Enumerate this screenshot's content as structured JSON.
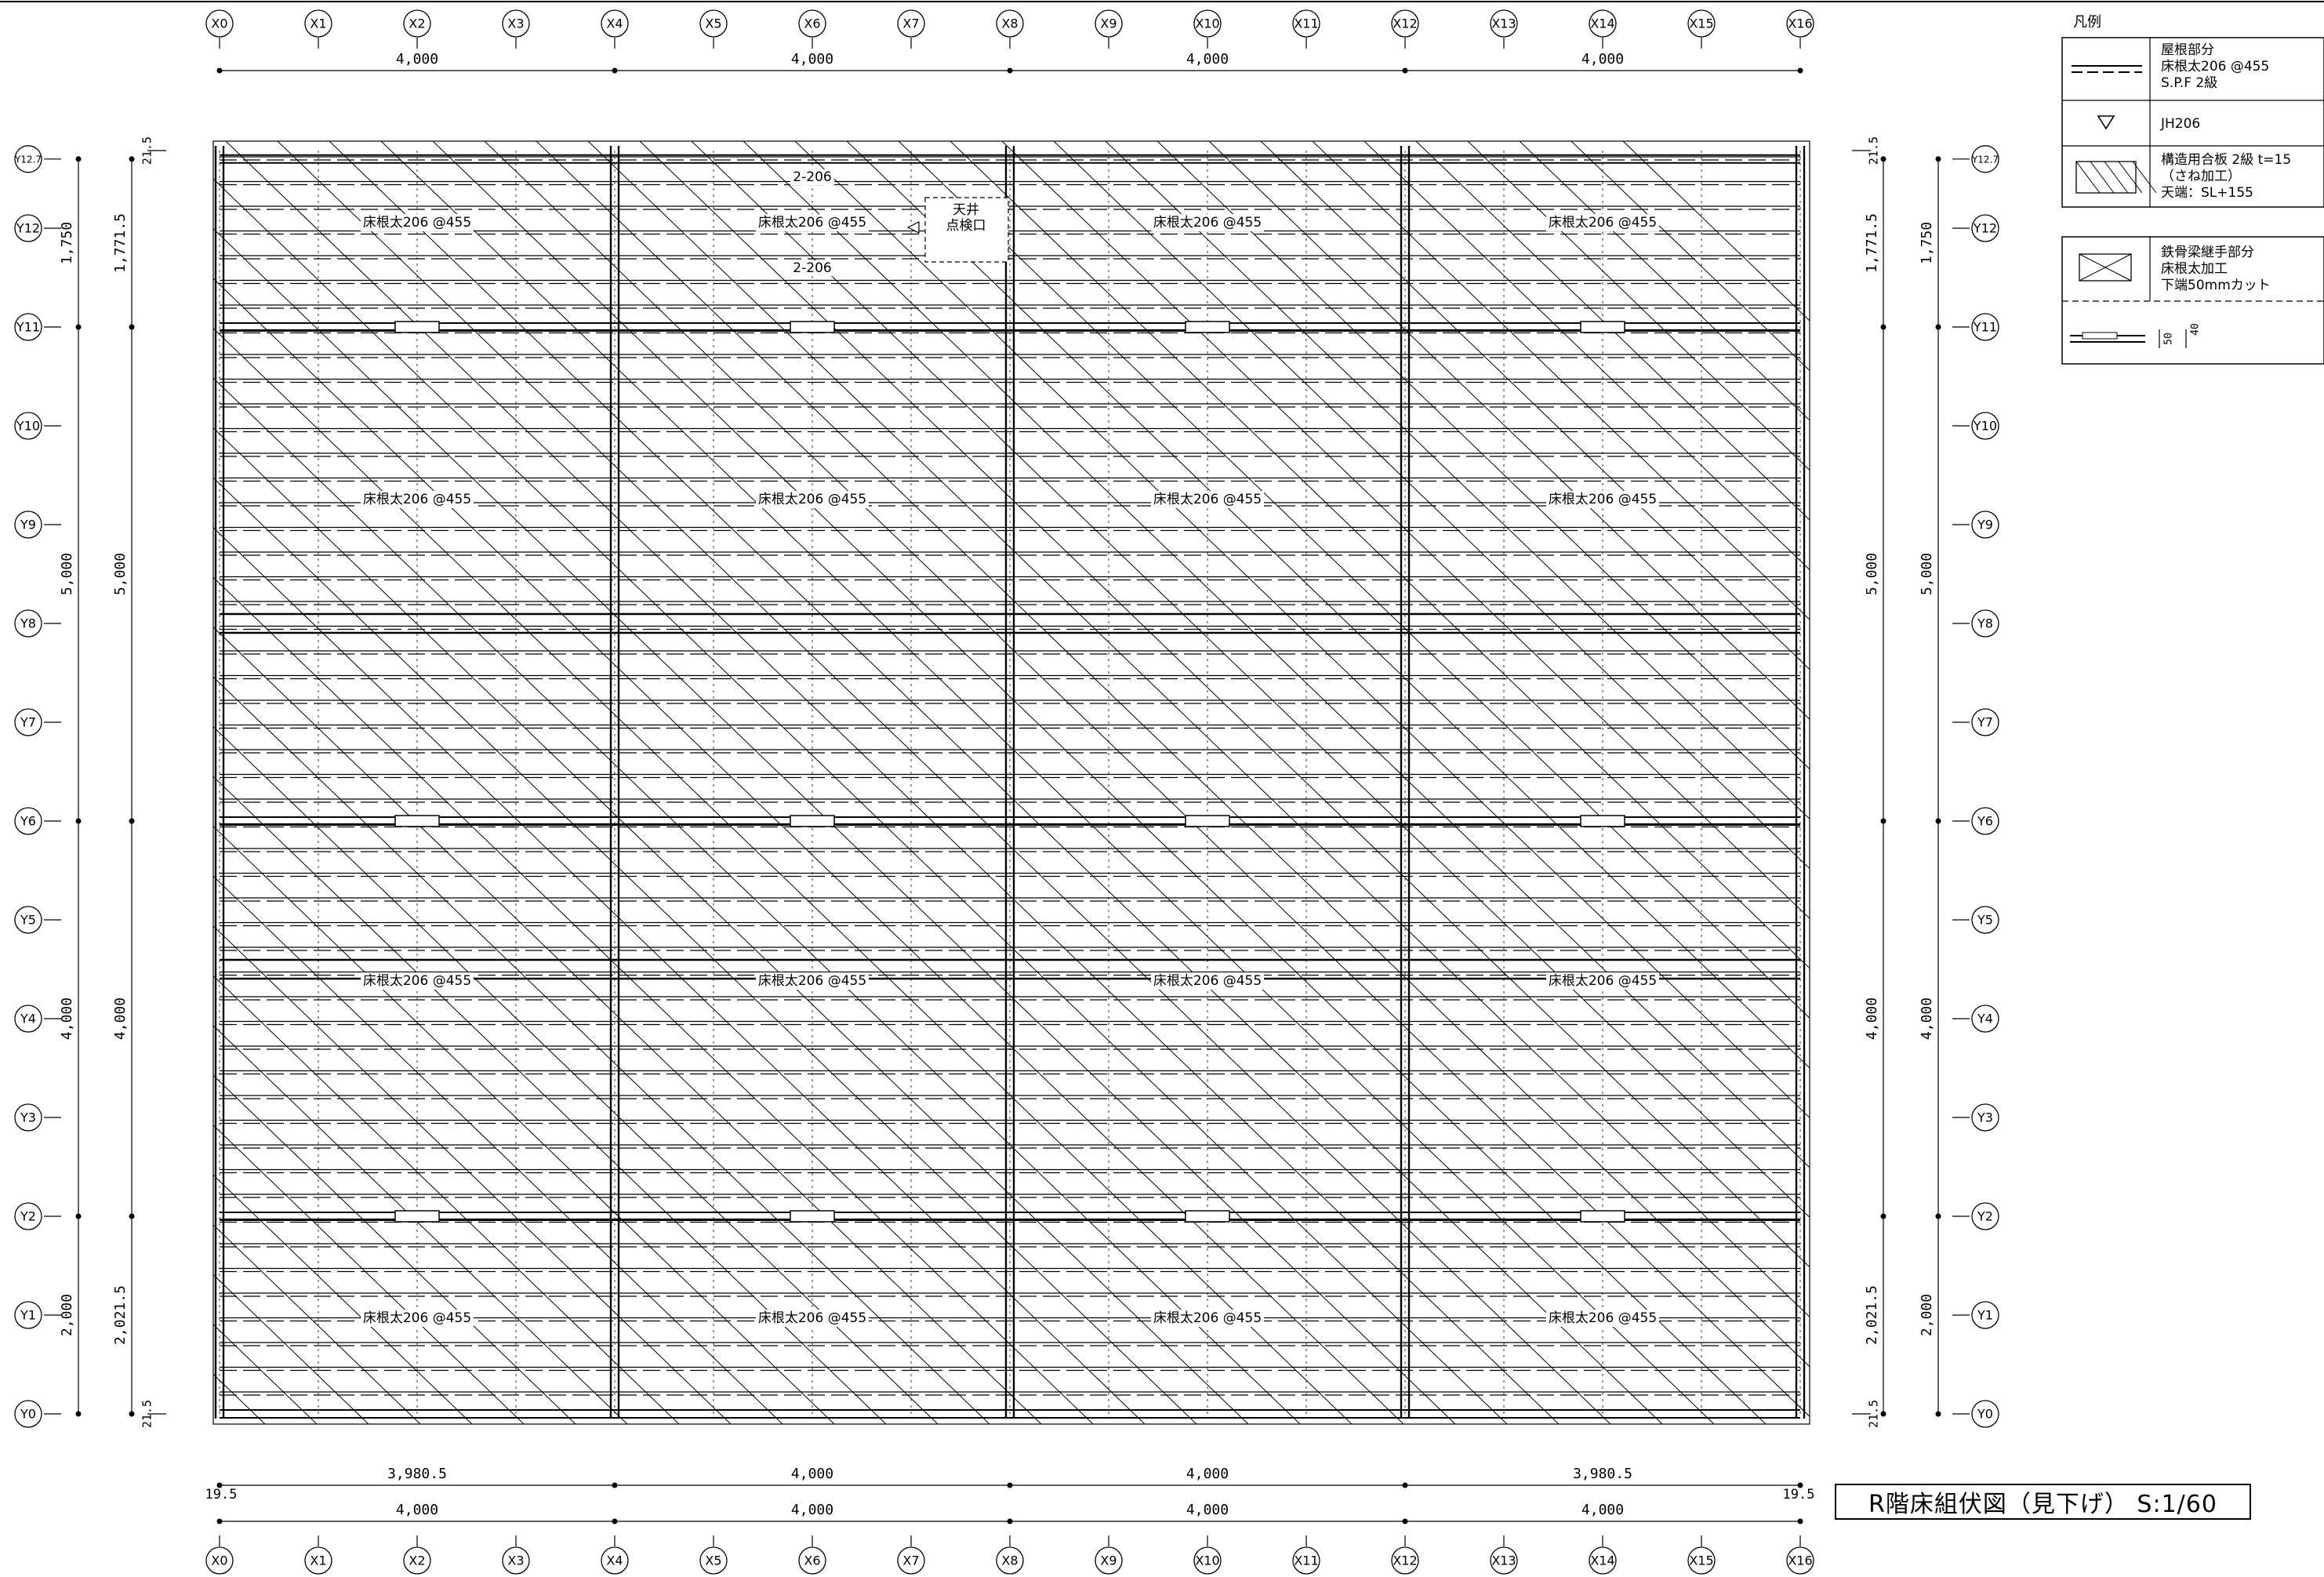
{
  "grid_x": [
    "X0",
    "X1",
    "X2",
    "X3",
    "X4",
    "X5",
    "X6",
    "X7",
    "X8",
    "X9",
    "X10",
    "X11",
    "X12",
    "X13",
    "X14",
    "X15",
    "X16"
  ],
  "grid_y": [
    "Y0",
    "Y1",
    "Y2",
    "Y3",
    "Y4",
    "Y5",
    "Y6",
    "Y7",
    "Y8",
    "Y9",
    "Y10",
    "Y11",
    "Y12",
    "Y12.7"
  ],
  "dims": {
    "top": [
      "4,000",
      "4,000",
      "4,000",
      "4,000"
    ],
    "bottom_inner": [
      "3,980.5",
      "4,000",
      "4,000",
      "3,980.5"
    ],
    "bottom_outer": [
      "4,000",
      "4,000",
      "4,000",
      "4,000"
    ],
    "edge_offset": "19.5",
    "left_outer": [
      "2,000",
      "4,000",
      "5,000",
      "1,750"
    ],
    "left_inner": [
      "2,021.5",
      "4,000",
      "5,000",
      "1,771.5"
    ],
    "edge_small": "21.5"
  },
  "labels": {
    "joist": "床根太206 @455",
    "header": "2-206",
    "hatch_line1": "天井",
    "hatch_line2": "点検口"
  },
  "legend": {
    "heading": "凡例",
    "item1": "屋根部分\n床根太206 @455\nS.P.F 2級",
    "item2": "JH206",
    "item3": "構造用合板 2級 t=15\n（さね加工）\n天端：SL+155",
    "item4": "鉄骨梁継手部分\n床根太加工\n下端50mmカット",
    "item5_a": "50",
    "item5_b": "40"
  },
  "title": "R階床組伏図（見下げ） S:1/60"
}
